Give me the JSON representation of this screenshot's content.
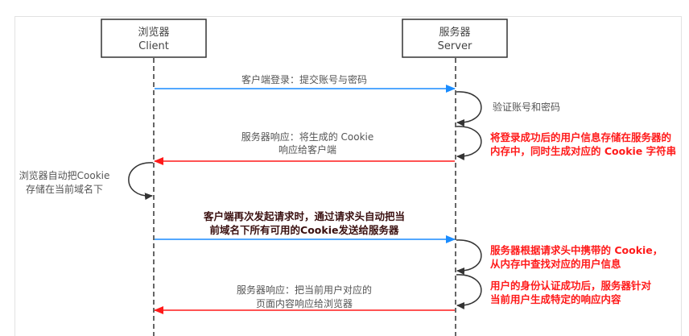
{
  "participants": {
    "client": {
      "title": "浏览器",
      "subtitle": "Client"
    },
    "server": {
      "title": "服务器",
      "subtitle": "Server"
    }
  },
  "messages": {
    "login": "客户端登录：提交账号与密码",
    "verify": "验证账号和密码",
    "store_line1": "将登录成功后的用户信息存储在服务器的",
    "store_line2": "内存中，同时生成对应的 Cookie 字符串",
    "response1_line1": "服务器响应：将生成的 Cookie",
    "response1_line2": "响应给客户端",
    "client_store_line1": "浏览器自动把Cookie",
    "client_store_line2": "存储在当前域名下",
    "request_line1": "客户端再次发起请求时，通过请求头自动把当",
    "request_line2": "前域名下所有可用的Cookie发送给服务器",
    "lookup_line1": "服务器根据请求头中携带的 Cookie，",
    "lookup_line2": "从内存中查找对应的用户信息",
    "auth_line1": "用户的身份认证成功后，服务器针对",
    "auth_line2": "当前用户生成特定的响应内容",
    "response2_line1": "服务器响应：把当前用户对应的",
    "response2_line2": "页面内容响应给浏览器"
  },
  "colors": {
    "request": "#1a8cff",
    "response": "#ff1a1a",
    "note": "#ff1a1a"
  }
}
